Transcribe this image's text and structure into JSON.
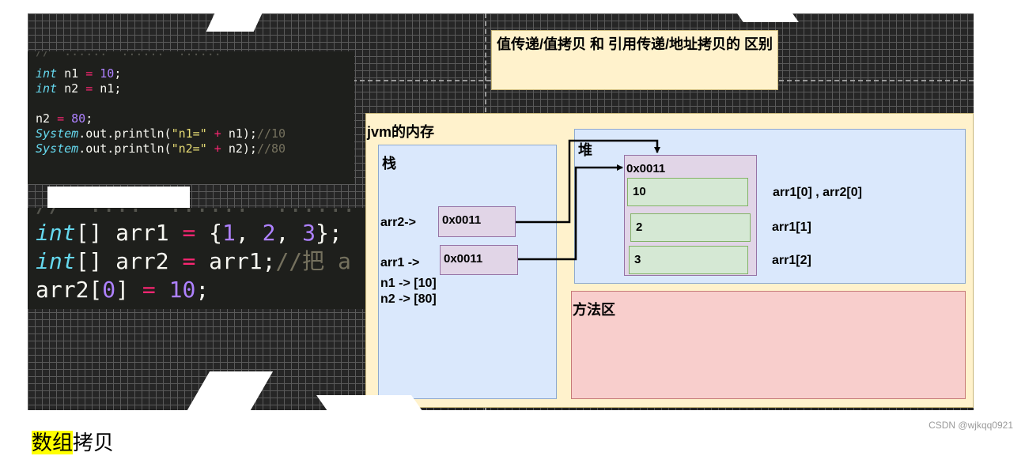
{
  "code_top": {
    "lines": [
      [
        {
          "t": "int",
          "c": "kw"
        },
        {
          "t": " n1 ",
          "c": ""
        },
        {
          "t": "=",
          "c": "op"
        },
        {
          "t": " ",
          "c": ""
        },
        {
          "t": "10",
          "c": "num"
        },
        {
          "t": ";",
          "c": ""
        }
      ],
      [
        {
          "t": "int",
          "c": "kw"
        },
        {
          "t": " n2 ",
          "c": ""
        },
        {
          "t": "=",
          "c": "op"
        },
        {
          "t": " n1;",
          "c": ""
        }
      ],
      [],
      [
        {
          "t": "n2 ",
          "c": ""
        },
        {
          "t": "=",
          "c": "op"
        },
        {
          "t": " ",
          "c": ""
        },
        {
          "t": "80",
          "c": "num"
        },
        {
          "t": ";",
          "c": ""
        }
      ],
      [
        {
          "t": "System",
          "c": "kw"
        },
        {
          "t": ".out.println(",
          "c": ""
        },
        {
          "t": "\"n1=\"",
          "c": "str"
        },
        {
          "t": " ",
          "c": ""
        },
        {
          "t": "+",
          "c": "op"
        },
        {
          "t": " n1);",
          "c": ""
        },
        {
          "t": "//10",
          "c": "cm"
        }
      ],
      [
        {
          "t": "System",
          "c": "kw"
        },
        {
          "t": ".out.println(",
          "c": ""
        },
        {
          "t": "\"n2=\"",
          "c": "str"
        },
        {
          "t": " ",
          "c": ""
        },
        {
          "t": "+",
          "c": "op"
        },
        {
          "t": " n2);",
          "c": ""
        },
        {
          "t": "//80",
          "c": "cm"
        }
      ]
    ]
  },
  "code_bottom": {
    "lines": [
      [
        {
          "t": "int",
          "c": "kw"
        },
        {
          "t": "[] arr1 ",
          "c": ""
        },
        {
          "t": "=",
          "c": "op"
        },
        {
          "t": " {",
          "c": ""
        },
        {
          "t": "1",
          "c": "num"
        },
        {
          "t": ", ",
          "c": ""
        },
        {
          "t": "2",
          "c": "num"
        },
        {
          "t": ", ",
          "c": ""
        },
        {
          "t": "3",
          "c": "num"
        },
        {
          "t": "};",
          "c": ""
        }
      ],
      [
        {
          "t": "int",
          "c": "kw"
        },
        {
          "t": "[] arr2 ",
          "c": ""
        },
        {
          "t": "=",
          "c": "op"
        },
        {
          "t": " arr1;",
          "c": ""
        },
        {
          "t": "//把 a",
          "c": "cm"
        }
      ],
      [
        {
          "t": "arr2[",
          "c": ""
        },
        {
          "t": "0",
          "c": "num"
        },
        {
          "t": "] ",
          "c": ""
        },
        {
          "t": "=",
          "c": "op"
        },
        {
          "t": " ",
          "c": ""
        },
        {
          "t": "10",
          "c": "num"
        },
        {
          "t": ";",
          "c": ""
        }
      ]
    ]
  },
  "title_note": "值传递/值拷贝 和  引用传递/地址拷贝的 区别",
  "jvm": {
    "title": "jvm的内存",
    "stack_label": "栈",
    "heap_label": "堆",
    "method_area_label": "方法区",
    "stack_vars": [
      {
        "label": "arr2->",
        "value": "0x0011"
      },
      {
        "label": "arr1 ->",
        "value": "0x0011"
      }
    ],
    "primitives": [
      "n1 -> [10]",
      "n2 -> [80]"
    ],
    "heap_object": {
      "address": "0x0011",
      "cells": [
        {
          "value": "10",
          "label": "arr1[0] , arr2[0]"
        },
        {
          "value": "2",
          "label": "arr1[1]"
        },
        {
          "value": "3",
          "label": "arr1[2]"
        }
      ]
    }
  },
  "page_heading": {
    "prefix": "",
    "highlight": "数组",
    "suffix": "拷贝"
  },
  "watermark": "CSDN @wjkqq0921",
  "colors": {
    "code_bg": "#1e1f1c",
    "note_bg": "#fff2cc",
    "memory_bg": "#dae8fc",
    "method_area_bg": "#f8cecc",
    "pointer_cell_bg": "#e1d5e7",
    "value_cell_bg": "#d5e8d4"
  }
}
